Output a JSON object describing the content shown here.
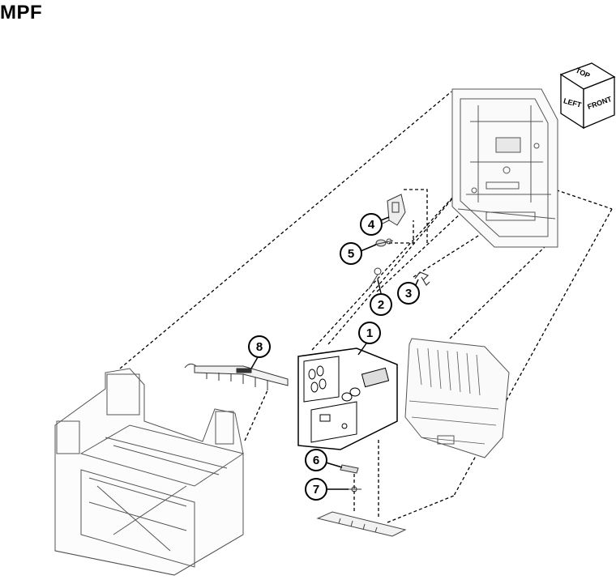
{
  "page_title": "MPF",
  "orientation_cube": {
    "top": "TOP",
    "left": "LEFT",
    "front": "FRONT"
  },
  "callouts": [
    {
      "number": "1"
    },
    {
      "number": "2"
    },
    {
      "number": "3"
    },
    {
      "number": "4"
    },
    {
      "number": "5"
    },
    {
      "number": "6"
    },
    {
      "number": "7"
    },
    {
      "number": "8"
    }
  ]
}
